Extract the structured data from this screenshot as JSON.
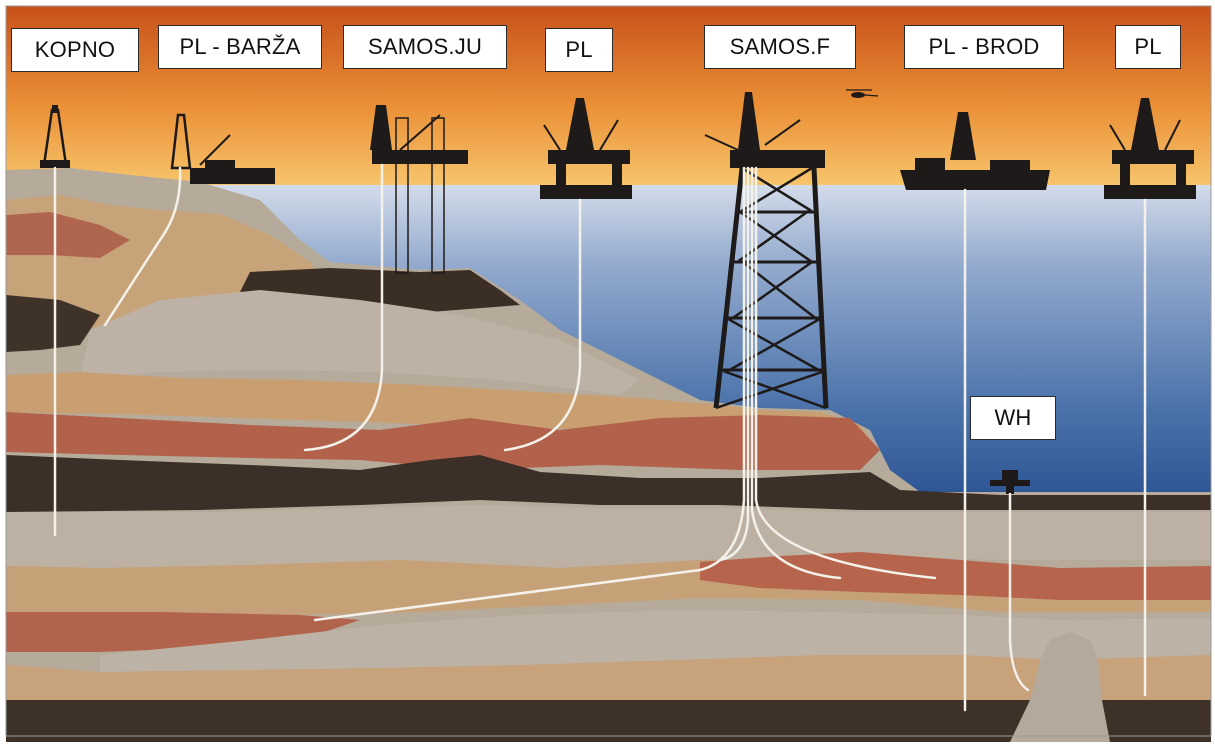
{
  "labels": {
    "kopno": "KOPNO",
    "pl_barza": "PL - BARŽA",
    "samos_ju": "SAMOS.JU",
    "pl_1": "PL",
    "samos_f": "SAMOS.F",
    "pl_brod": "PL - BROD",
    "pl_2": "PL",
    "wh": "WH"
  },
  "colors": {
    "sky_top": "#cf5a1e",
    "sky_mid": "#ee9a3c",
    "sky_horizon": "#f6c26a",
    "sea_top": "#c9d6e8",
    "sea_mid": "#6f8fbd",
    "sea_deep": "#2f5a96",
    "rock_grey": "#b4a99c",
    "rock_tan": "#c79f74",
    "rock_red": "#b0614a",
    "rock_dark": "#3e3128",
    "silhouette": "#1d1a19",
    "well_line": "#f4f1ea"
  }
}
